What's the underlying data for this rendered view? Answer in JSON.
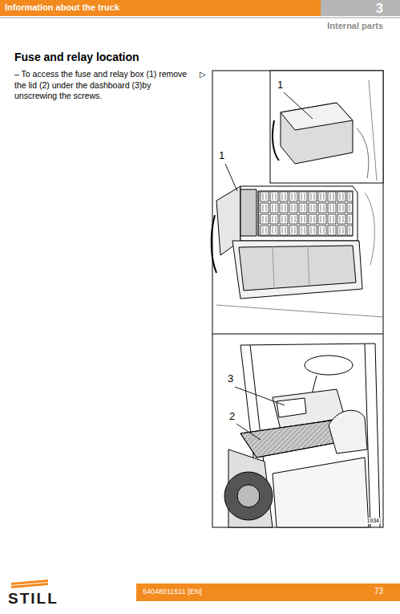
{
  "diagram": {
    "title": "Fuse and relay location",
    "labels": [
      "Information about the truck",
      "3",
      "Internal parts",
      "– To access the fuse and relay box (1) remove the lid (2) under the dashboard (3)by unscrewing the screws.",
      "▷",
      "1",
      "1",
      "3",
      "2",
      "1934",
      "54048011511 [EN]",
      "73",
      "STILL"
    ]
  }
}
